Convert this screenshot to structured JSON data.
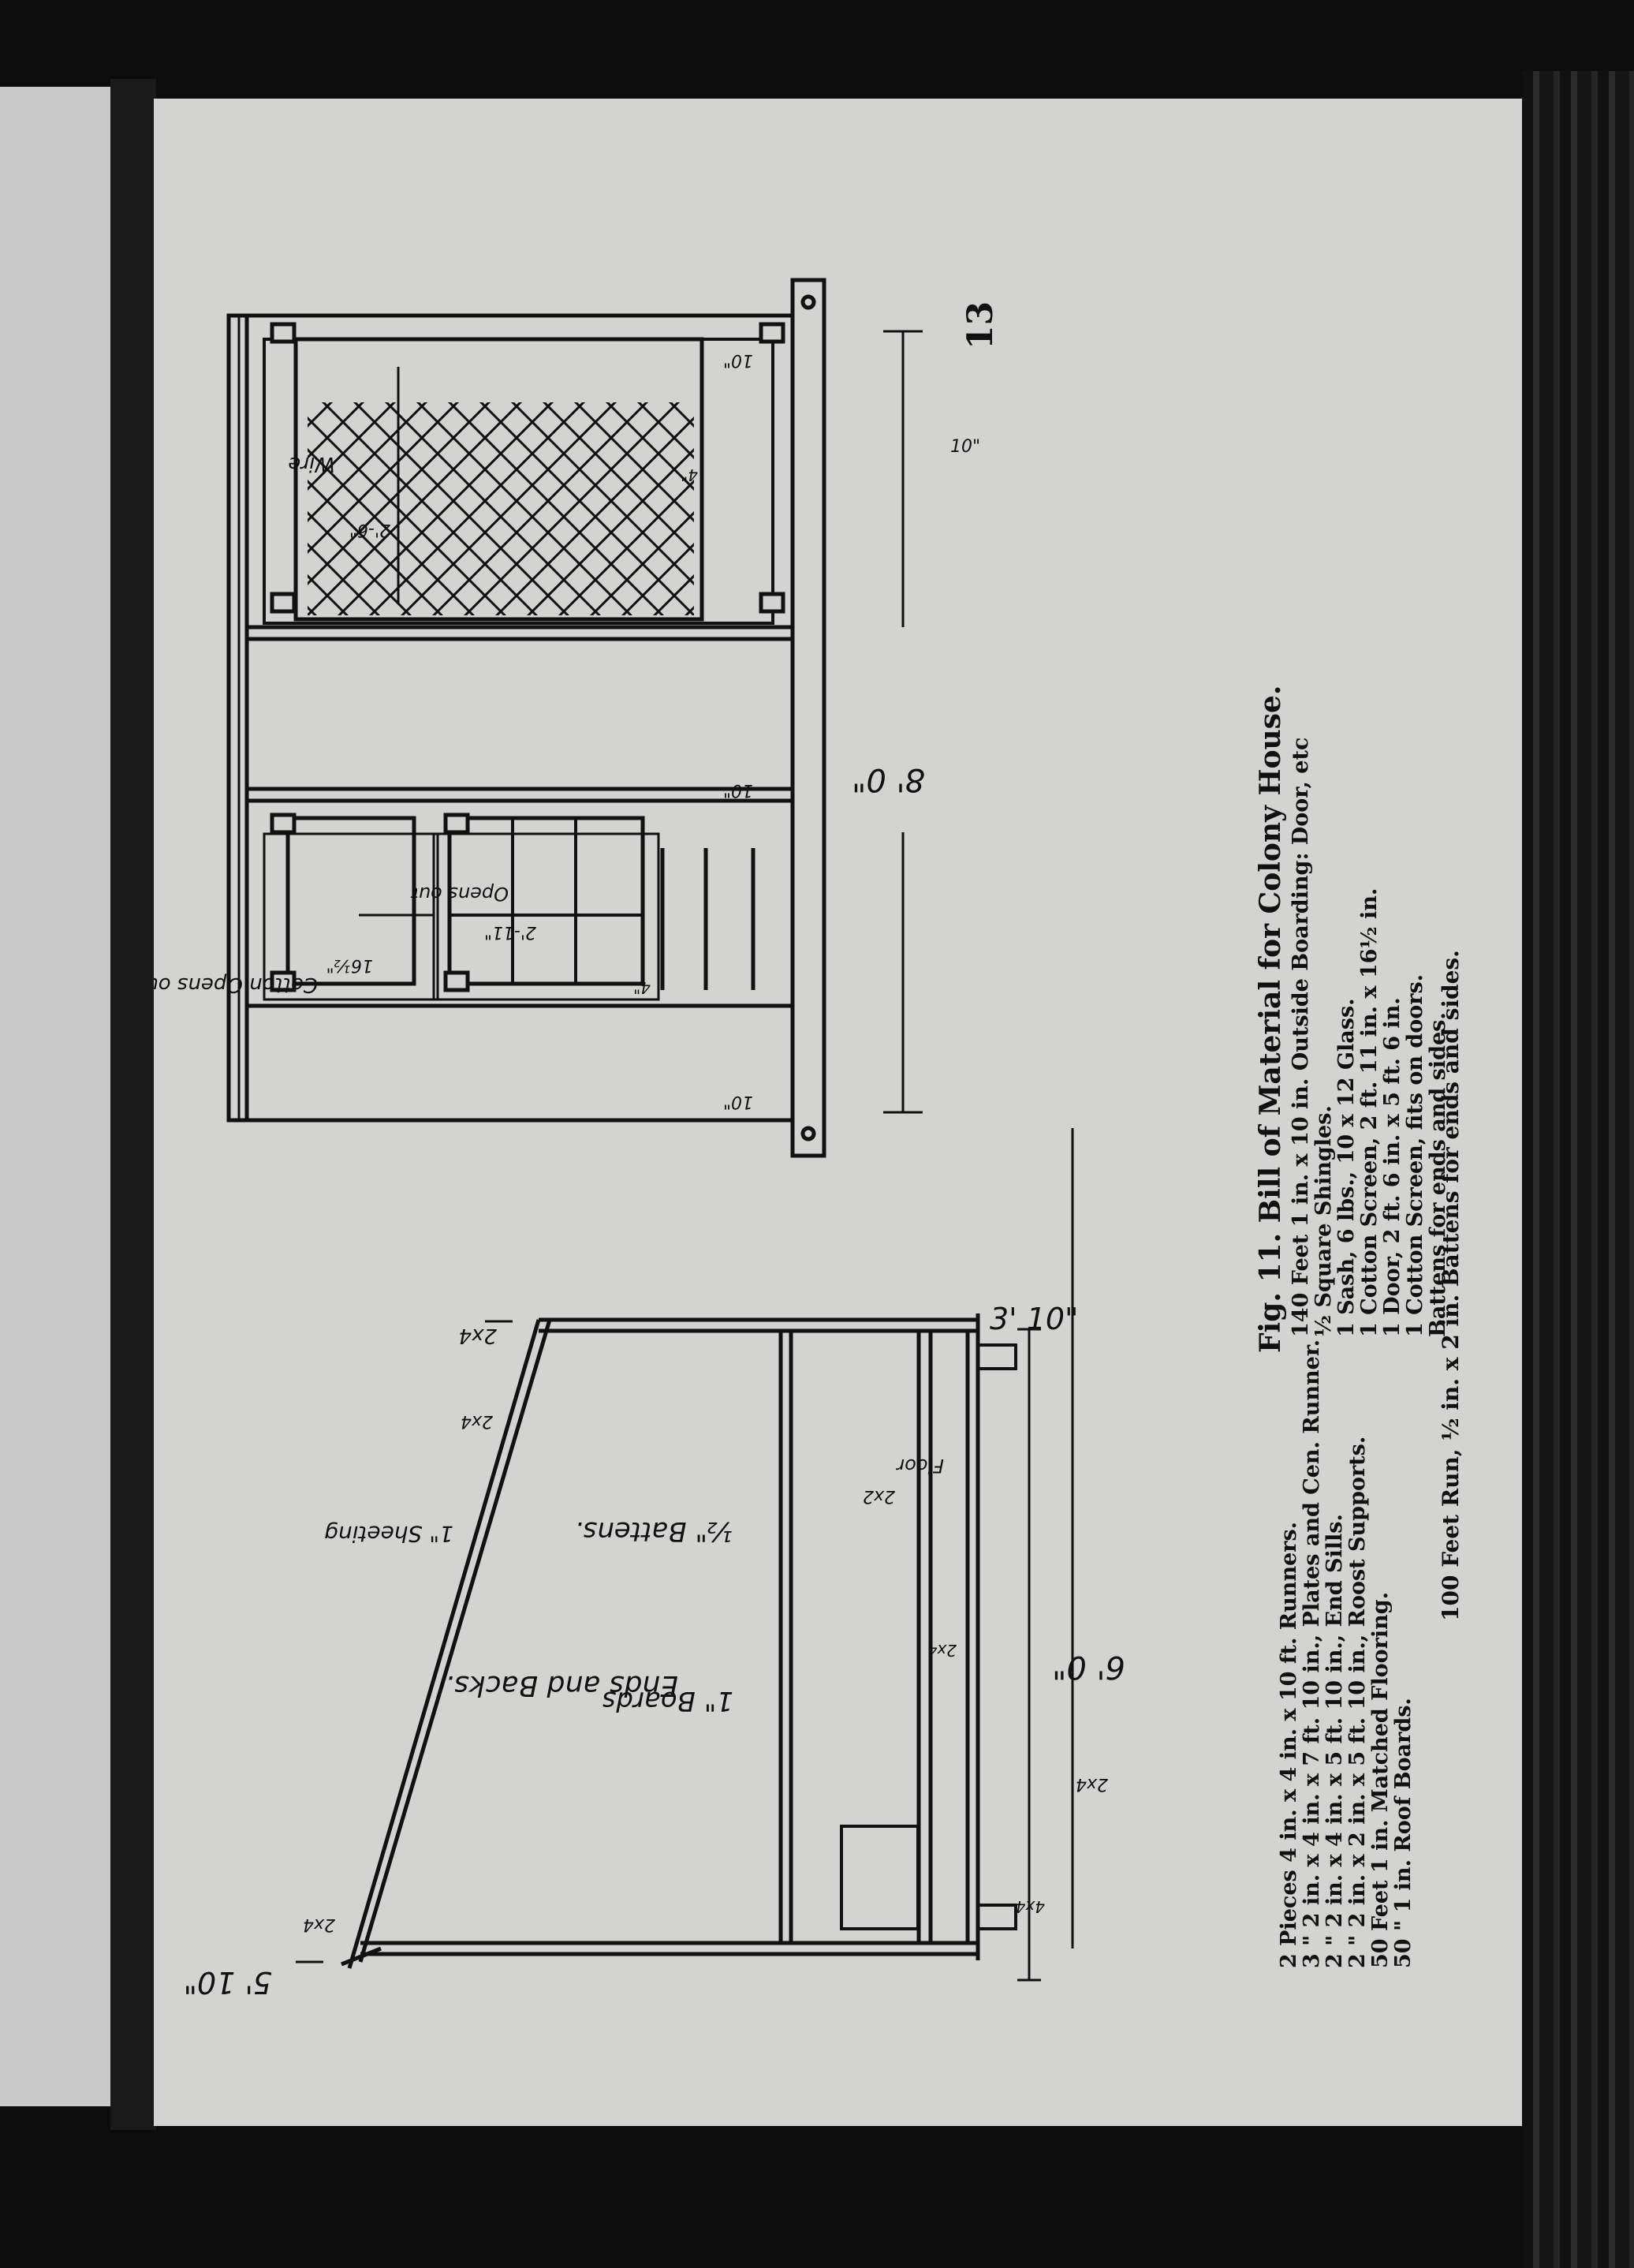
{
  "page_number": "13",
  "caption": "Fig. 11.    Bill of Material for Colony House.",
  "bill_left": [
    "2 Pieces 4 in. x 4 in. x 10 ft. Runners.",
    "3   \"    2 in. x 4 in. x 7 ft. 10 in., Plates and Cen. Runner.",
    "2   \"    2 in. x 4 in. x 5 ft. 10 in., End Sills.",
    "2   \"    2 in. x 2 in. x 5 ft. 10 in., Roost Supports.",
    "50 Feet 1 in. Matched Flooring.",
    "50   \"   1 in. Roof Boards."
  ],
  "bill_right": [
    "140 Feet 1 in. x 10 in. Outside Boarding: Door, etc",
    "½ Square Shingles.",
    "1 Sash, 6 lbs., 10 x 12 Glass.",
    "1 Cotton Screen, 2 ft. 11 in. x 16½ in.",
    "1 Door, 2 ft. 6 in. x 5 ft. 6 in.",
    "1 Cotton Screen, fits on doors.",
    "Battens for ends and sides."
  ],
  "bill_footer": "100 Feet Run, ½ in. x 2 in. Battens for ends and sides.",
  "end_view": {
    "labels": {
      "ends_and_backs": "Ends and Backs.",
      "boards": "1\" Boards",
      "battens": "½\" Battens.",
      "sheeting": "1\" Sheeting",
      "floor": "Floor",
      "r2x4_a": "2x4",
      "r2x4_b": "2x4",
      "r2x4_c": "2x4",
      "r2x4_d": "2x4",
      "r2x4_e": "2x4",
      "r2x2": "2x2",
      "r4x4": "4x4"
    },
    "dims": {
      "left_height": "5' 10\"",
      "right_height": "3' 10\"",
      "depth": "6' 0\""
    }
  },
  "front_view": {
    "labels": {
      "cotton_opens_out": "Cotton Opens out",
      "opens_out": "Opens out",
      "wire": "Wire",
      "w_16half": "16½\"",
      "w_2_11": "2'-11\"",
      "w_2_6": "2'-6\"",
      "w_4a": "4\"",
      "w_4b": "4\"",
      "w_10_door": "10\"",
      "w_10a": "10\"",
      "w_10b": "10\"",
      "w_10c": "10\""
    },
    "dims": {
      "width": "8' 0\""
    }
  }
}
